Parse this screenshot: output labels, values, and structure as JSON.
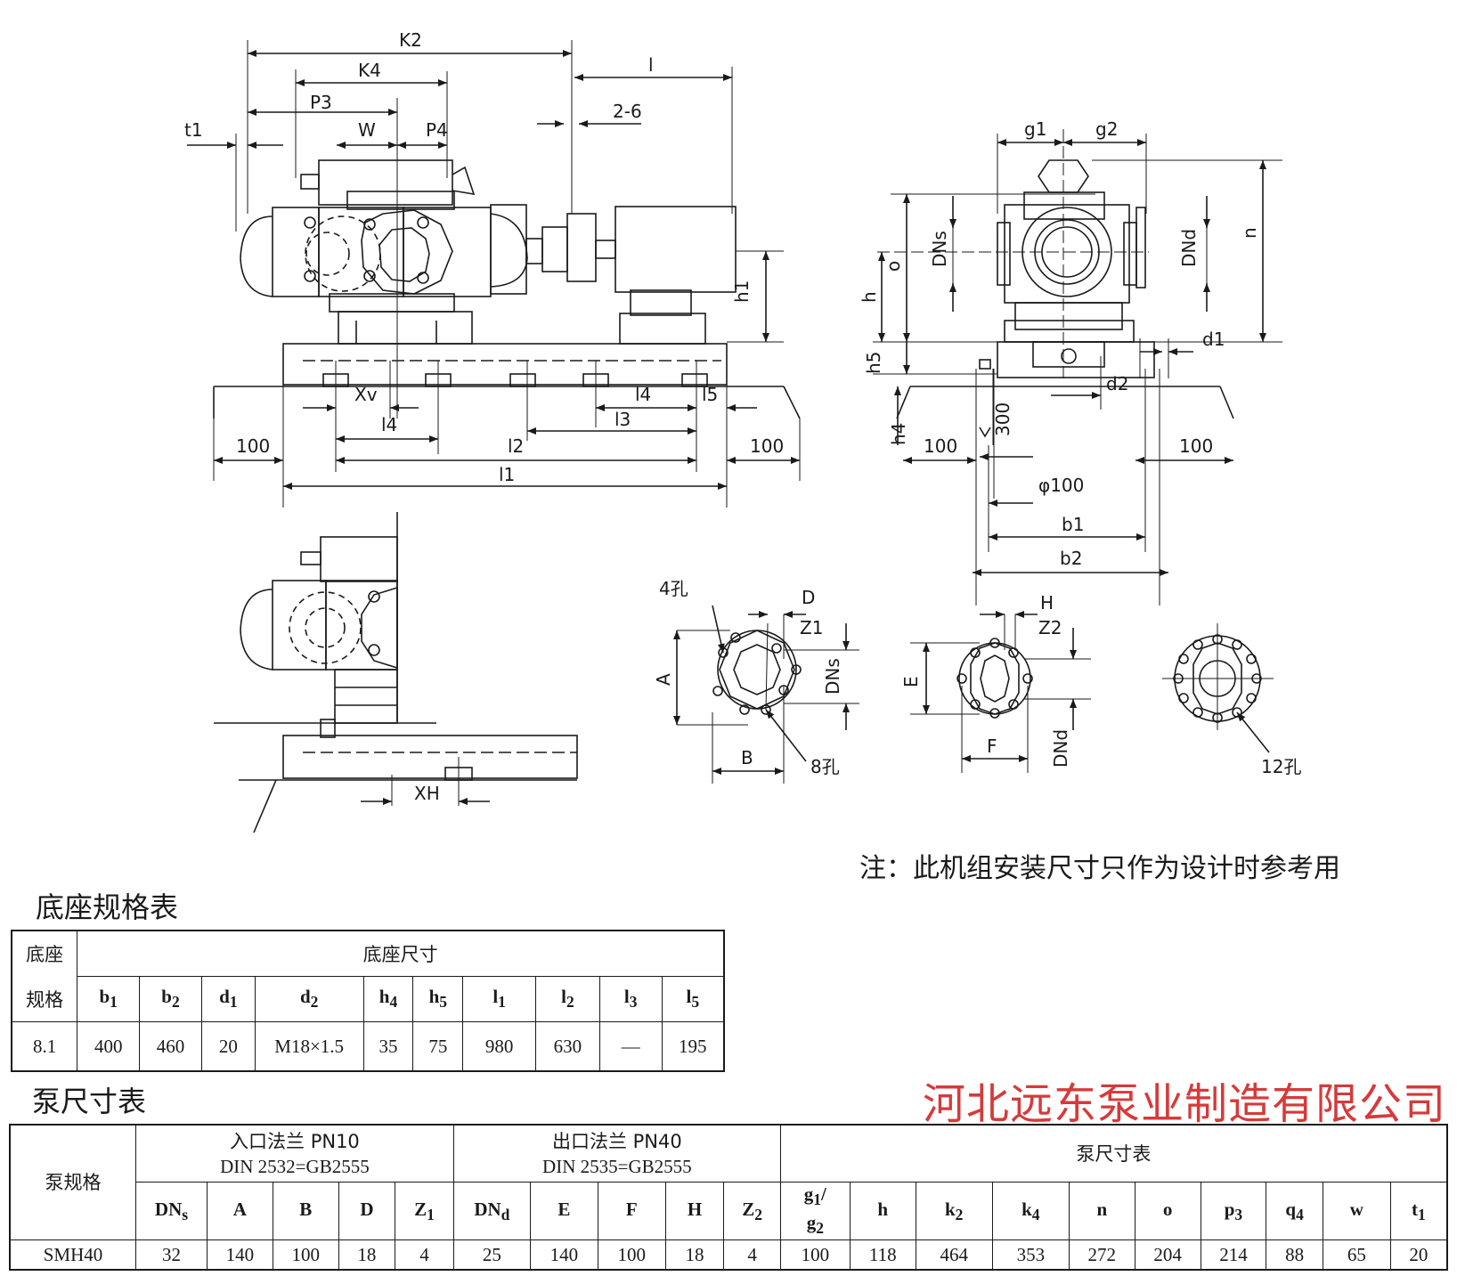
{
  "drawing": {
    "dims": {
      "K2": "K2",
      "K4": "K4",
      "P3": "P3",
      "W": "W",
      "P4": "P4",
      "t1": "t1",
      "l": "l",
      "two6": "2-6",
      "h1": "h1",
      "Xv": "Xv",
      "l4a": "l4",
      "l4b": "l4",
      "l5": "l5",
      "l3": "l3",
      "l2": "l2",
      "l1": "l1",
      "100a": "100",
      "100b": "100",
      "100c": "100",
      "100d": "100",
      "g1": "g1",
      "g2": "g2",
      "DNs": "DNs",
      "DNd": "DNd",
      "n": "n",
      "o": "o",
      "h": "h",
      "h5": "h5",
      "d1": "d1",
      "d2": "d2",
      "h4": "h4",
      "300": "300",
      "phi100": "φ100",
      "b1": "b1",
      "b2": "b2",
      "XH": "XH",
      "hole4": "4孔",
      "D": "D",
      "Z1": "Z1",
      "A": "A",
      "B": "B",
      "DNs2": "DNs",
      "hole8": "8孔",
      "H": "H",
      "Z2": "Z2",
      "E": "E",
      "F": "F",
      "DNd2": "DNd",
      "hole12": "12孔"
    }
  },
  "note": "注：此机组安装尺寸只作为设计时参考用",
  "base_table": {
    "title": "底座规格表",
    "head_left_1": "底座",
    "head_left_2": "规格",
    "head_group": "底座尺寸",
    "columns": [
      {
        "base": "b",
        "sub": "1"
      },
      {
        "base": "b",
        "sub": "2"
      },
      {
        "base": "d",
        "sub": "1"
      },
      {
        "base": "d",
        "sub": "2"
      },
      {
        "base": "h",
        "sub": "4"
      },
      {
        "base": "h",
        "sub": "5"
      },
      {
        "base": "l",
        "sub": "1"
      },
      {
        "base": "l",
        "sub": "2"
      },
      {
        "base": "l",
        "sub": "3"
      },
      {
        "base": "l",
        "sub": "5"
      }
    ],
    "row": [
      "8.1",
      "400",
      "460",
      "20",
      "M18×1.5",
      "35",
      "75",
      "980",
      "630",
      "—",
      "195"
    ]
  },
  "company": "河北远东泵业制造有限公司",
  "pump_table": {
    "title": "泵尺寸表",
    "head_spec": "泵规格",
    "group_in_1": "入口法兰 PN10",
    "group_in_2": "DIN 2532=GB2555",
    "group_out_1": "出口法兰 PN40",
    "group_out_2": "DIN 2535=GB2555",
    "group_dims": "泵尺寸表",
    "columns": [
      {
        "base": "DN",
        "sub": "s"
      },
      {
        "base": "A",
        "sub": ""
      },
      {
        "base": "B",
        "sub": ""
      },
      {
        "base": "D",
        "sub": ""
      },
      {
        "base": "Z",
        "sub": "1"
      },
      {
        "base": "DN",
        "sub": "d"
      },
      {
        "base": "E",
        "sub": ""
      },
      {
        "base": "F",
        "sub": ""
      },
      {
        "base": "H",
        "sub": ""
      },
      {
        "base": "Z",
        "sub": "2"
      },
      {
        "base": "g",
        "sub": "1",
        "tail": "/"
      },
      {
        "base": "h",
        "sub": ""
      },
      {
        "base": "k",
        "sub": "2"
      },
      {
        "base": "k",
        "sub": "4"
      },
      {
        "base": "n",
        "sub": ""
      },
      {
        "base": "o",
        "sub": ""
      },
      {
        "base": "p",
        "sub": "3"
      },
      {
        "base": "q",
        "sub": "4"
      },
      {
        "base": "w",
        "sub": ""
      },
      {
        "base": "t",
        "sub": "1"
      }
    ],
    "g_second": {
      "base": "g",
      "sub": "2"
    },
    "row": [
      "SMH40",
      "32",
      "140",
      "100",
      "18",
      "4",
      "25",
      "140",
      "100",
      "18",
      "4",
      "100",
      "118",
      "464",
      "353",
      "272",
      "204",
      "214",
      "88",
      "65",
      "20"
    ]
  }
}
